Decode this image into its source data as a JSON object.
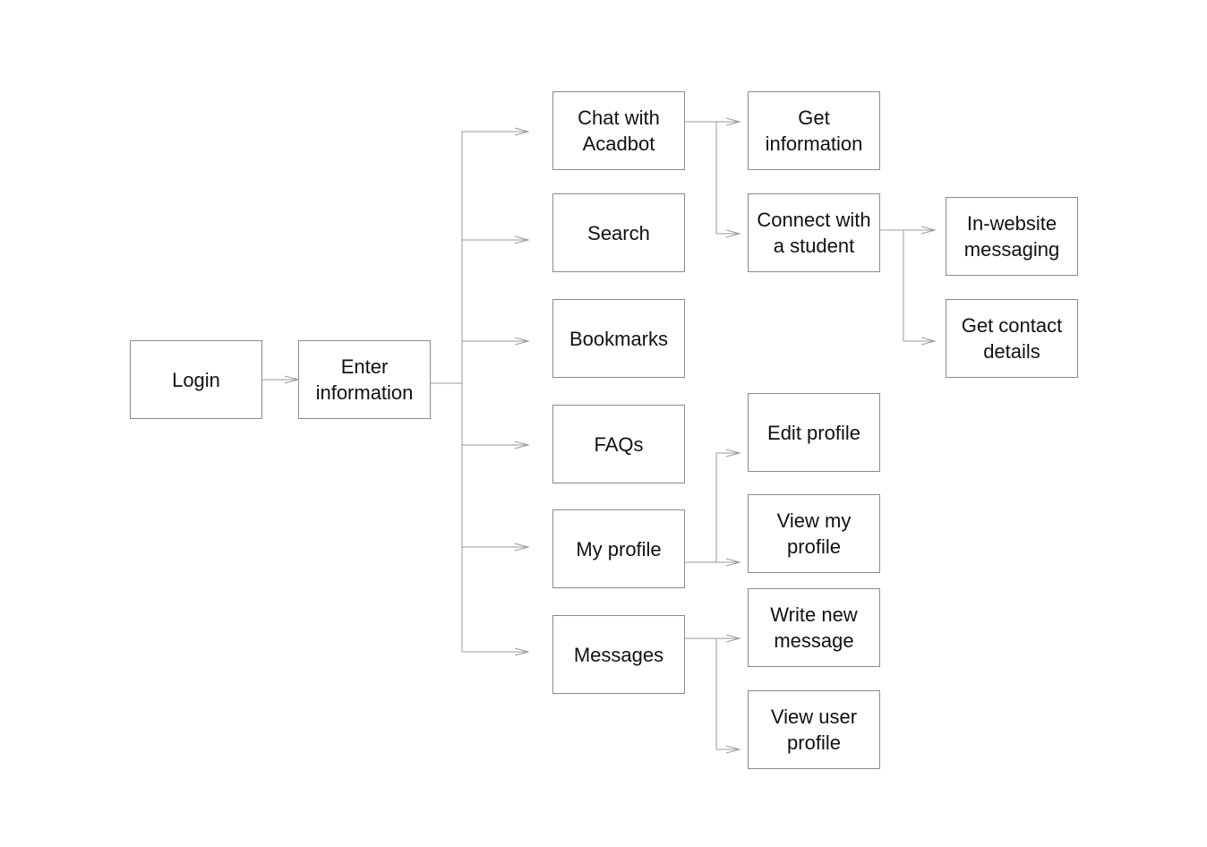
{
  "diagram": {
    "nodes": {
      "login": "Login",
      "enter_information": "Enter\ninformation",
      "chat": "Chat with\nAcadbot",
      "search": "Search",
      "bookmarks": "Bookmarks",
      "faqs": "FAQs",
      "my_profile": "My profile",
      "messages": "Messages",
      "get_information": "Get\ninformation",
      "connect_student": "Connect with\na student",
      "edit_profile": "Edit profile",
      "view_my_profile": "View my\nprofile",
      "write_new_message": "Write new\nmessage",
      "view_user_profile": "View user\nprofile",
      "in_website_messaging": "In-website\nmessaging",
      "get_contact_details": "Get contact\ndetails"
    },
    "colors": {
      "line": "#999999",
      "border": "#8a8a8a",
      "text": "#111111",
      "background": "#ffffff"
    }
  }
}
